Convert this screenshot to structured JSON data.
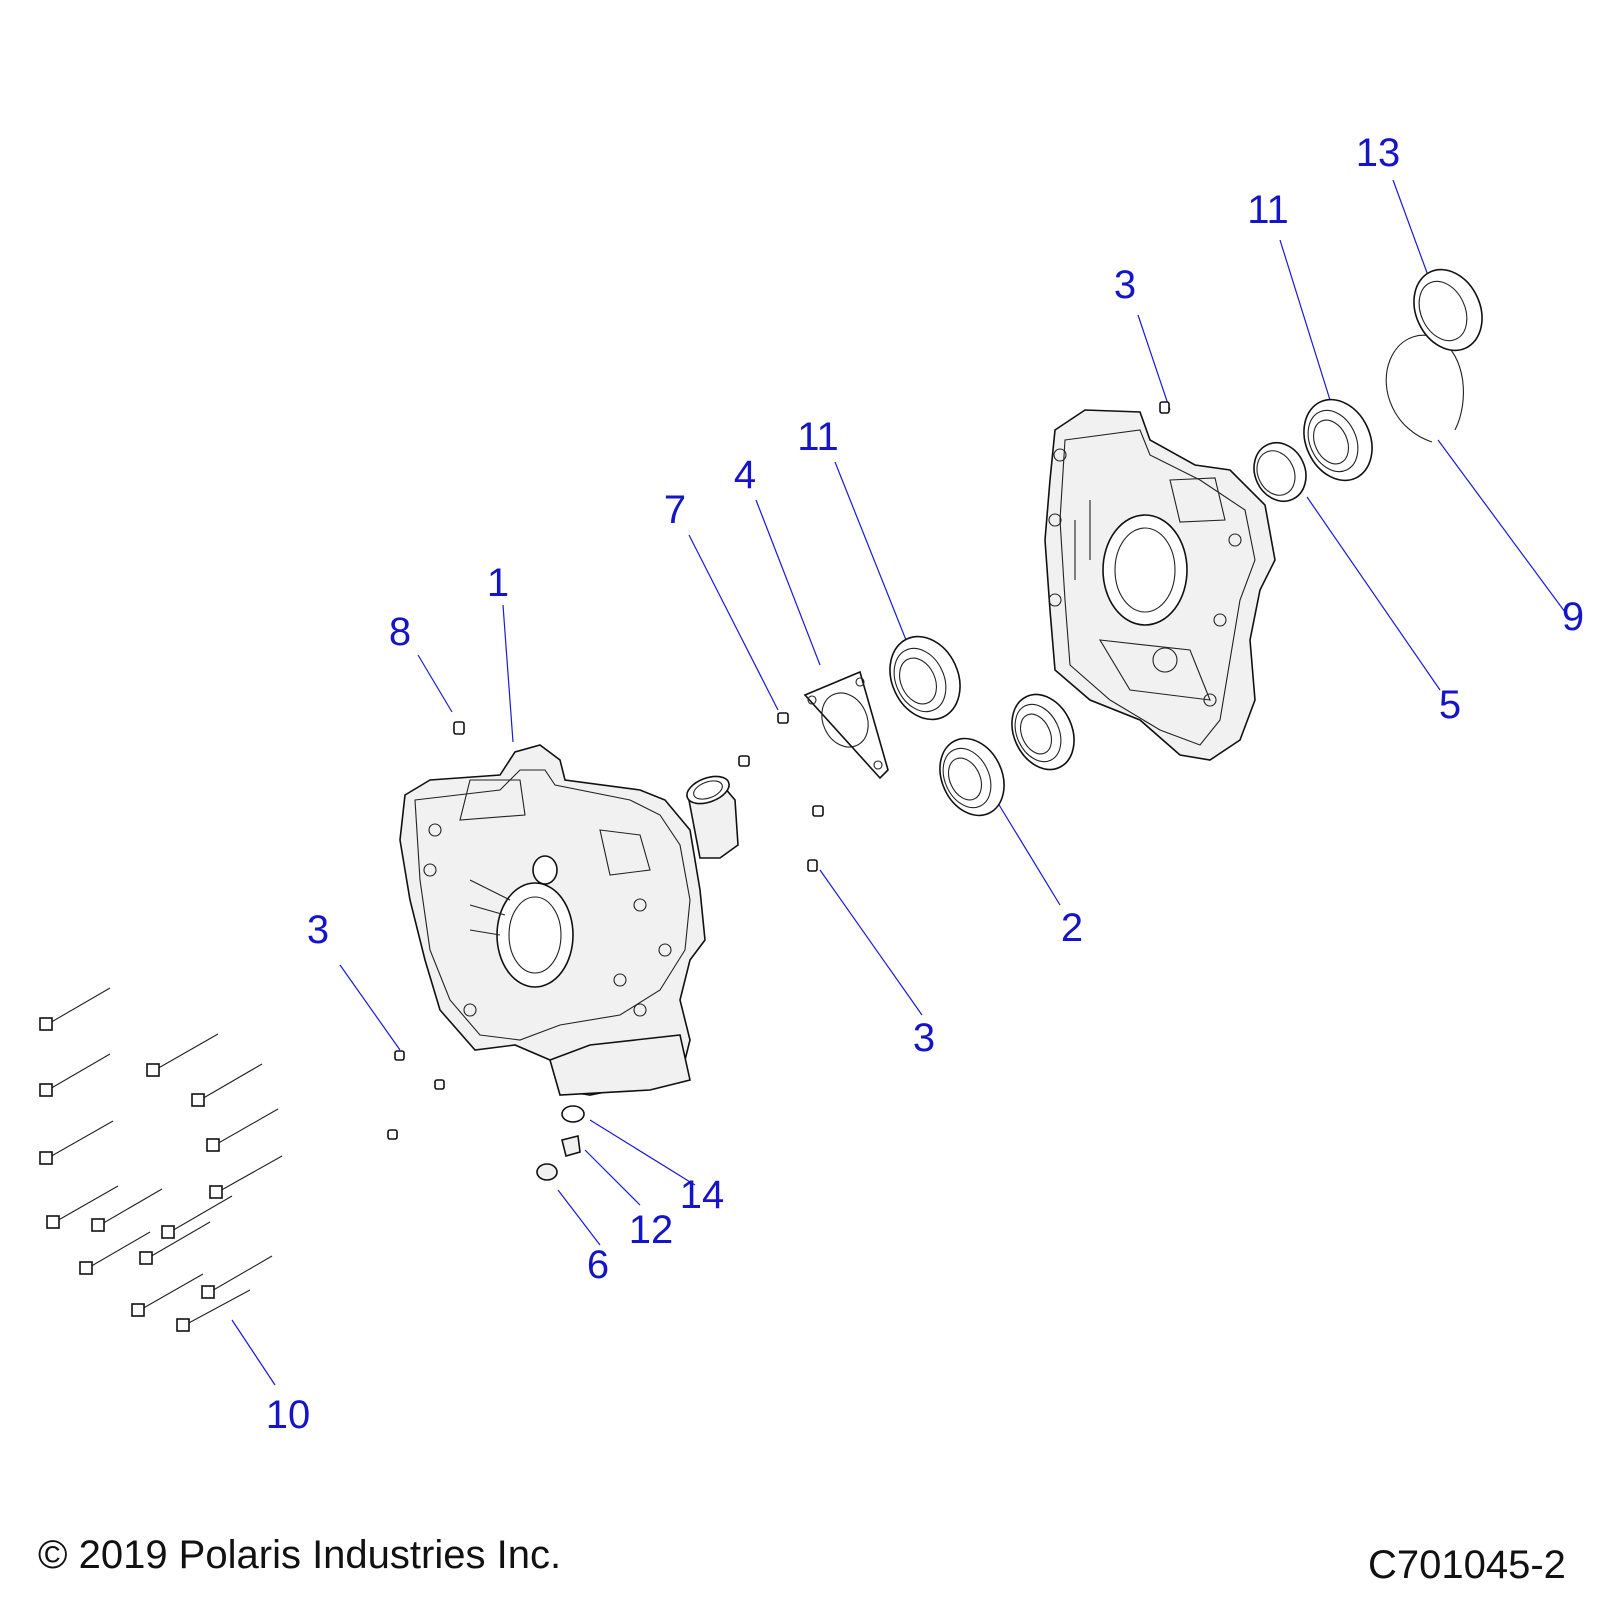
{
  "callouts": [
    {
      "id": "c1",
      "label": "1"
    },
    {
      "id": "c2",
      "label": "2"
    },
    {
      "id": "c3a",
      "label": "3"
    },
    {
      "id": "c3b",
      "label": "3"
    },
    {
      "id": "c3c",
      "label": "3"
    },
    {
      "id": "c4",
      "label": "4"
    },
    {
      "id": "c5",
      "label": "5"
    },
    {
      "id": "c6",
      "label": "6"
    },
    {
      "id": "c7",
      "label": "7"
    },
    {
      "id": "c8",
      "label": "8"
    },
    {
      "id": "c9",
      "label": "9"
    },
    {
      "id": "c10",
      "label": "10"
    },
    {
      "id": "c11a",
      "label": "11"
    },
    {
      "id": "c11b",
      "label": "11"
    },
    {
      "id": "c12",
      "label": "12"
    },
    {
      "id": "c13",
      "label": "13"
    },
    {
      "id": "c14",
      "label": "14"
    }
  ],
  "footer": {
    "copyright": "© 2019 Polaris Industries Inc.",
    "figure_id": "C701045-2"
  },
  "colors": {
    "callout": "#1414c8",
    "leader": "#1a1ad0",
    "line_art": "#111111"
  }
}
